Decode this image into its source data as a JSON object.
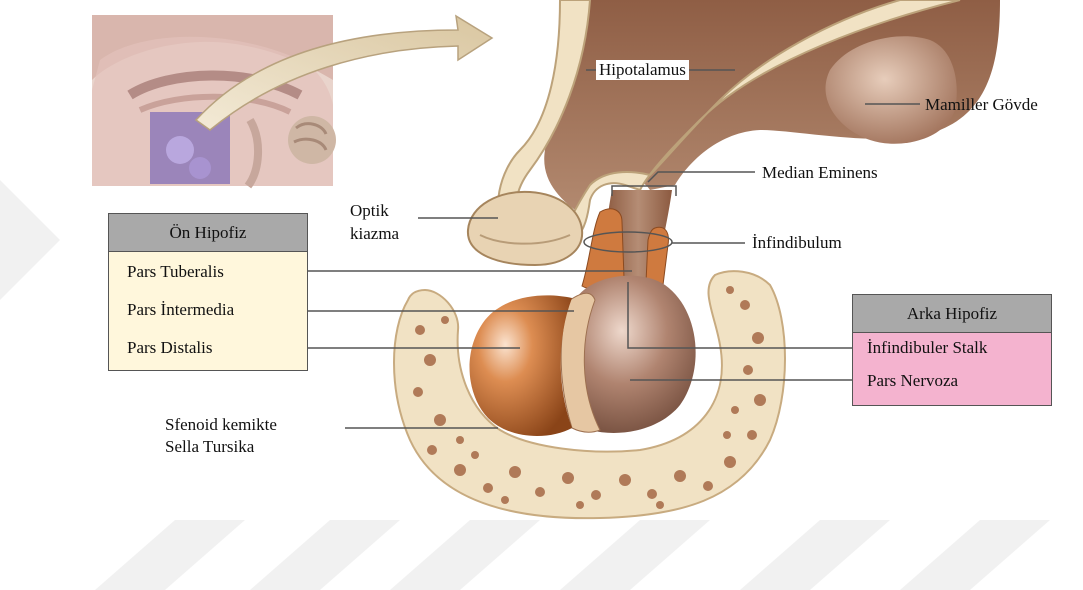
{
  "labels": {
    "hypothalamus": "Hipotalamus",
    "mammillary": "Mamiller Gövde",
    "median_eminence": "Median Eminens",
    "optic_1": "Optik",
    "optic_2": "kiazma",
    "infundibulum": "İnfindibulum",
    "sella_1": "Sfenoid kemikte",
    "sella_2": "Sella Tursika"
  },
  "front_panel": {
    "title": "Ön Hipofiz",
    "items": [
      "Pars Tuberalis",
      "Pars İntermedia",
      "Pars Distalis"
    ]
  },
  "back_panel": {
    "title": "Arka Hipofiz",
    "items": [
      "İnfindibuler Stalk",
      "Pars Nervoza"
    ]
  },
  "colors": {
    "front_panel_bg": "#fff7dc",
    "back_panel_bg": "#f4b3cf",
    "panel_header_bg": "#a9a9a9",
    "anterior_lobe": "#c9743d",
    "posterior_lobe": "#a77b66",
    "bone": "#f1e2c4",
    "brain_tissue": "#a6755a"
  }
}
